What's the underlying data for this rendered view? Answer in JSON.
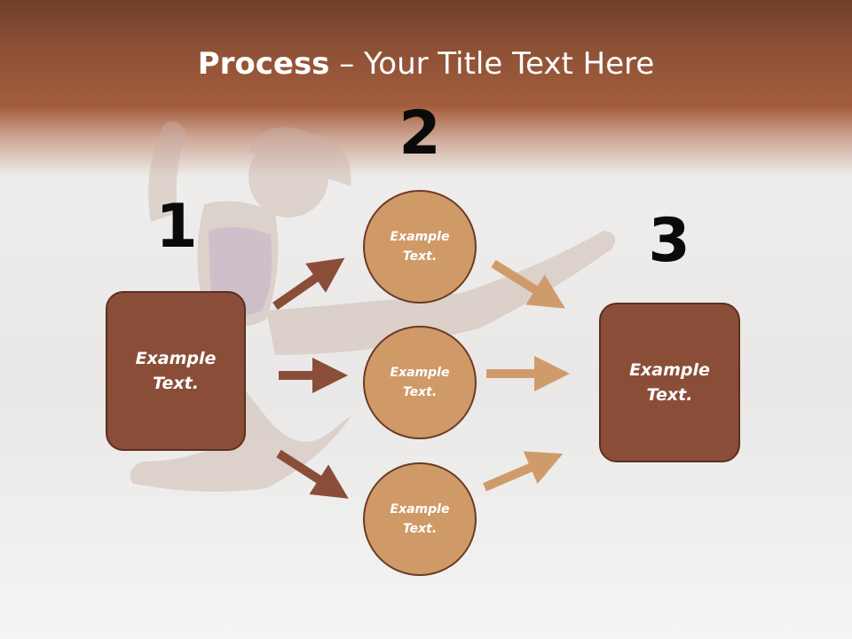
{
  "slide": {
    "title_bold": "Process",
    "title_rest": " – Your Title Text Here"
  },
  "steps": {
    "one": "1",
    "two": "2",
    "three": "3"
  },
  "left_box": {
    "text": "Example Text."
  },
  "circles": [
    {
      "text": "Example Text."
    },
    {
      "text": "Example Text."
    },
    {
      "text": "Example Text."
    }
  ],
  "right_box": {
    "text": "Example Text."
  },
  "colors": {
    "header": "#8f5236",
    "box": "#8a4e38",
    "circle": "#cf9a68",
    "arrow_dark": "#8a4e38",
    "arrow_light": "#d09b6b"
  }
}
